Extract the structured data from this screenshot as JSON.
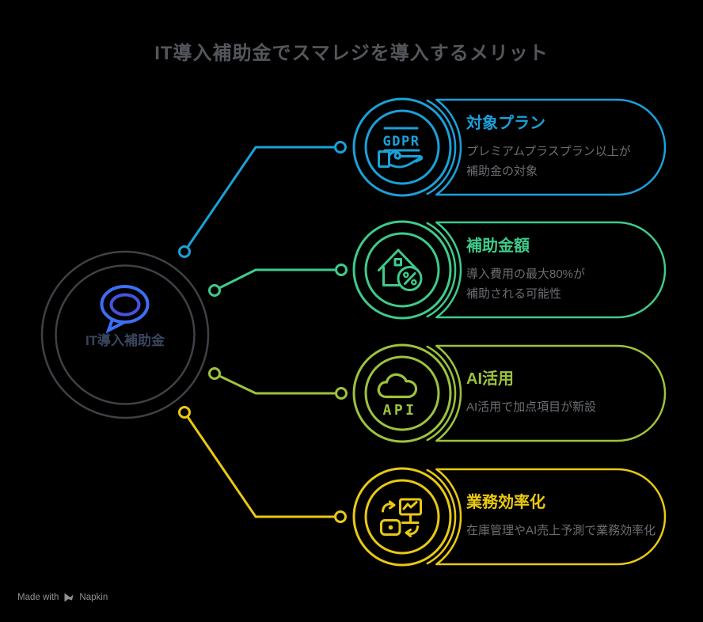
{
  "title": "IT導入補助金でスマレジを導入するメリット",
  "center": {
    "label": "IT導入補助金",
    "icon": "speech-bubble-icon"
  },
  "cards": [
    {
      "id": "plan",
      "title": "対象プラン",
      "description_lines": [
        "プレミアムプラスプラン以上が",
        "補助金の対象"
      ],
      "icon": "gdpr-hand-icon",
      "icon_text": "GDPR",
      "color": "#1aa1d9"
    },
    {
      "id": "amount",
      "title": "補助金額",
      "description_lines": [
        "導入費用の最大80%が",
        "補助される可能性"
      ],
      "icon": "house-percent-icon",
      "icon_text": "",
      "color": "#3ecb8b"
    },
    {
      "id": "ai",
      "title": "AI活用",
      "description_lines": [
        "AI活用で加点項目が新設"
      ],
      "icon": "cloud-api-icon",
      "icon_text": "API",
      "color": "#9dc33c"
    },
    {
      "id": "efficiency",
      "title": "業務効率化",
      "description_lines": [
        "在庫管理やAI売上予測で業務効率化"
      ],
      "icon": "sync-devices-icon",
      "icon_text": "",
      "color": "#e9c913"
    }
  ],
  "footer": {
    "made_with": "Made with",
    "brand": "Napkin"
  },
  "colors": {
    "background": "#000000",
    "title_text": "#53575c",
    "description_text": "#6b6e72",
    "center_ring": "#3e4247",
    "center_label_text": "#3a4660",
    "bubble_outer": "#3d6ef5",
    "bubble_inner": "#4853dc",
    "footer_text": "#8e9093",
    "card_blue": "#1aa1d9",
    "card_green": "#3ecb8b",
    "card_olive": "#9dc33c",
    "card_yellow": "#e9c913"
  }
}
